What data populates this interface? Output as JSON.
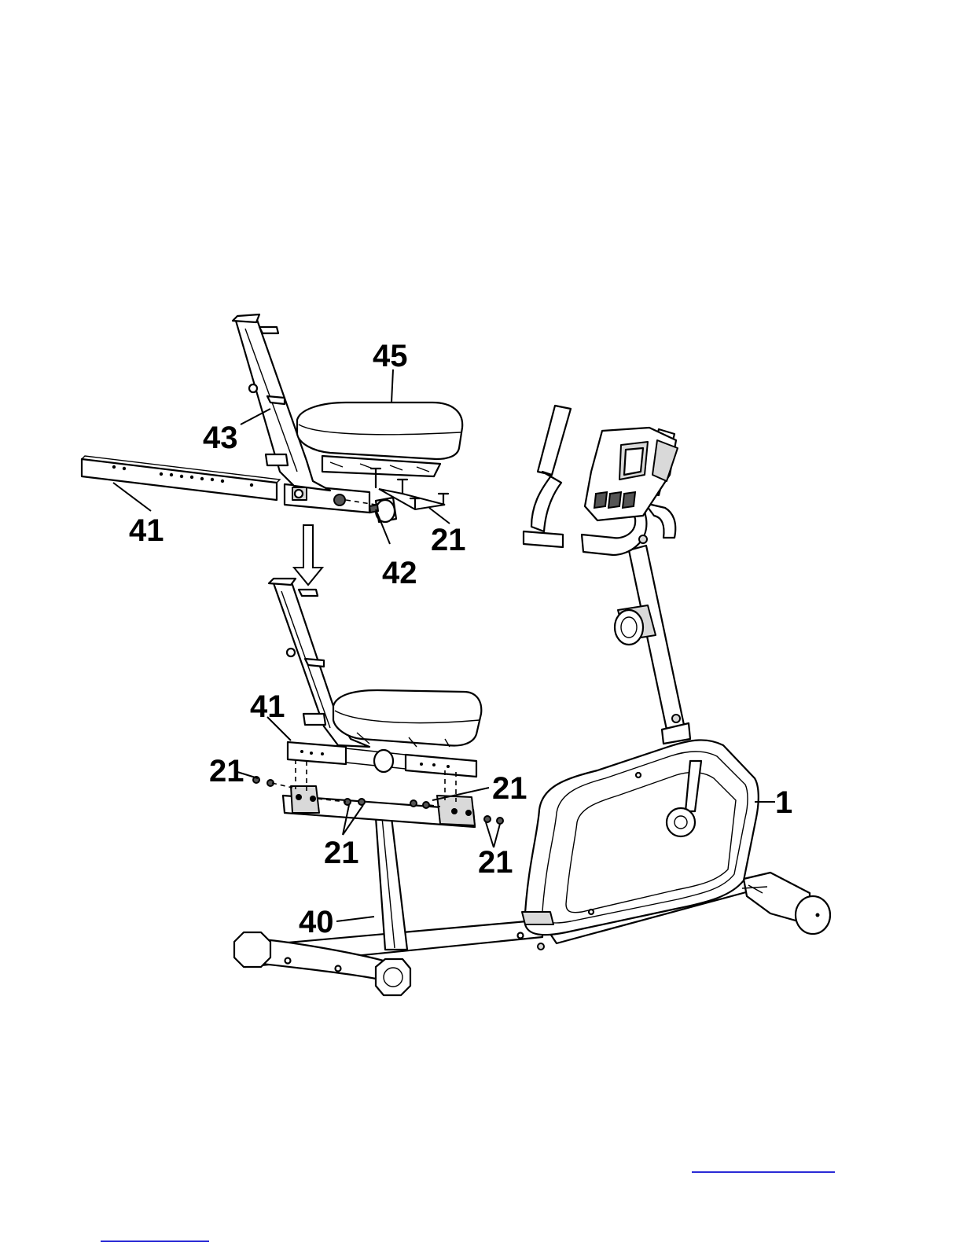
{
  "callouts": {
    "seat_top": "45",
    "backrest_top": "43",
    "seat_rail_top": "41",
    "bolts_top": "21",
    "knob_top": "42",
    "seat_rail_bottom": "41",
    "bolts_left": "21",
    "bolts_right_upper": "21",
    "bolts_center": "21",
    "bolts_right_lower": "21",
    "seat_post": "40",
    "main_frame": "1"
  },
  "colors": {
    "line": "#000000",
    "background": "#ffffff",
    "link_underline": "#2b2bd6"
  },
  "icons": {
    "direction": "down-arrow-icon"
  }
}
